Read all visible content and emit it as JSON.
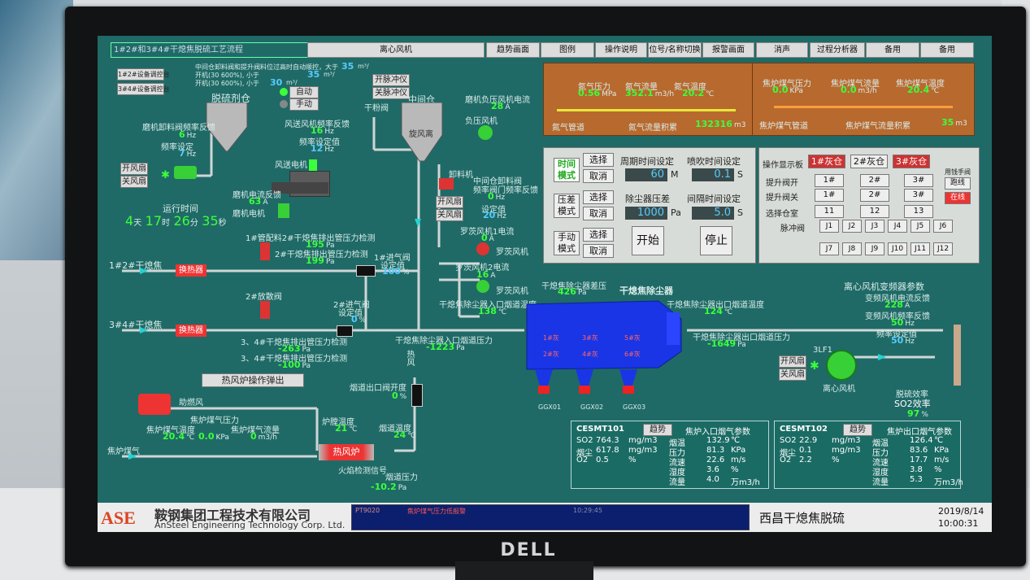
{
  "menu": {
    "title": "1#2#和3#4#干熄焦脱硫工艺流程",
    "page": "离心风机",
    "items": [
      "趋势画面",
      "图例",
      "操作说明",
      "位号/名称切换",
      "报警画面",
      "消声",
      "过程分析器",
      "备用",
      "备用"
    ]
  },
  "left_links": [
    "1#2#设备调控台",
    "3#4#设备调控台"
  ],
  "brand": "DELL",
  "inlet_text": {
    "line1": "中间仓卸料阀和提升阀料位过高时自动顺控，大于",
    "v1": "35",
    "u1": "m³/",
    "line2": "开机(30 600%), 小于",
    "v2": "35",
    "u2": "m³/",
    "line3": "开机(30 600%), 小于",
    "v3": "30",
    "u3": "m³/"
  },
  "desulf_silo": {
    "label": "脱硫剂仓",
    "auto": "自动",
    "manual": "手动",
    "pulse_btn": "开脉冲仪",
    "pulse_off": "关脉冲仪",
    "feed_valve": "干粉阀",
    "mid_silo": "中间仓",
    "cyclone": "旋风离",
    "mill_feed_label": "磨机卸料阀频率反馈",
    "mill_feed_val": "6",
    "mill_feed_unit": "Hz",
    "freq_set_label": "频率设定",
    "freq_set_val": "7",
    "freq_set_unit": "Hz",
    "fan_feed_label": "风送风机频率反馈",
    "fan_feed_val": "16",
    "fan_feed_unit": "Hz",
    "fan_set_label": "频率设定值",
    "fan_set_val": "12",
    "fan_set_unit": "Hz",
    "fan_motor": "风送电机",
    "mill_current_label": "磨机电流反馈",
    "mill_current_val": "63",
    "mill_current_unit": "A",
    "mill_motor": "磨机电机",
    "fan_on": "开风扇",
    "fan_off": "关风扇",
    "neg_fan_current_label": "磨机负压风机电流",
    "neg_fan_current_val": "28",
    "neg_fan_current_unit": "A",
    "neg_fan": "负压风机",
    "discharge_label": "卸料机",
    "mid_feed_label": "中间仓卸料阀",
    "mid_freq_label": "频率阀门频率反馈",
    "mid_freq_val": "0",
    "mid_freq_unit": "Hz",
    "mid_set_label": "设定值",
    "mid_set_val": "20",
    "mid_set_unit": "Hz",
    "root_fan_current": "罗茨风机1电流",
    "root_fan_current_val": "0",
    "root_fan_current_unit": "A",
    "root_fan1": "罗茨风机",
    "root_fan2_current": "罗茨风机2电流",
    "root_fan2_current_val": "16",
    "root_fan2_current_unit": "A",
    "root_fan2": "罗茨风机"
  },
  "runtime": {
    "label": "运行时间",
    "days": "4",
    "d_unit": "天",
    "hours": "17",
    "h_unit": "时",
    "mins": "26",
    "m_unit": "分",
    "secs": "35",
    "s_unit": "秒"
  },
  "pressure_a": {
    "label1": "1#管配料2#干熄焦排出管压力检测",
    "val1": "195",
    "unit1": "Pa",
    "label2": "2#干熄焦排出管压力检测",
    "val2": "199",
    "unit2": "Pa",
    "inlet_valve": "1#进气阀",
    "inlet_set": "设定值",
    "inlet_val": "100",
    "inlet_unit": "%",
    "line_label": "1#2#干熄焦",
    "heater1": "换热器"
  },
  "pressure_b": {
    "label1": "3、4#干熄焦排出管压力检测",
    "val1": "-263",
    "unit1": "Pa",
    "label2": "3、4#干熄焦排出管压力检测",
    "val2": "-100",
    "unit2": "Pa",
    "inlet_valve": "2#进气阀",
    "inlet_set": "设定值",
    "inlet_val": "0",
    "inlet_unit": "%",
    "line_label": "3#4#干熄焦",
    "heater2": "换热器"
  },
  "hot_air_popup": "热风炉操作弹出",
  "dust_collector": {
    "title": "干熄焦除尘器",
    "diff_label": "干熄焦除尘器差压",
    "diff_val": "426",
    "diff_unit": "Pa",
    "in_temp_label": "干熄焦除尘器入口烟道温度",
    "in_temp_val": "138",
    "in_temp_unit": "℃",
    "in_press_label": "干熄焦除尘器入口烟道压力",
    "in_press_val": "-1223",
    "in_press_unit": "Pa",
    "out_temp_label": "干熄焦除尘器出口烟道温度",
    "out_temp_val": "124",
    "out_temp_unit": "℃",
    "out_press_label": "干熄焦除尘器出口烟道压力",
    "out_press_val": "-1649",
    "out_press_unit": "Pa",
    "hoppers": [
      "1#灰",
      "2#灰",
      "3#灰",
      "4#灰",
      "5#灰",
      "6#灰"
    ],
    "gates": [
      "GGX01",
      "GGX02",
      "GGX03"
    ]
  },
  "fan_vfd": {
    "title": "离心风机变频器参数",
    "current_label": "变频风机电流反馈",
    "current_val": "228",
    "current_unit": "A",
    "freq_label": "变频风机频率反馈",
    "freq_val": "50",
    "freq_unit": "Hz",
    "set_label": "频率设定值",
    "set_val": "50",
    "set_unit": "Hz",
    "fan_label": "离心风机",
    "fan_tag": "3LF1",
    "fan_on": "开风扇",
    "fan_off": "关风扇",
    "so2_title": "脱硫效率",
    "so2_label": "SO2效率",
    "so2_val": "97",
    "so2_unit": "%"
  },
  "hot_furnace": {
    "fan_label": "助燃风",
    "gas_press_label": "焦炉煤气压力",
    "gas_temp_label": "焦炉煤气温度",
    "gas_flow_label": "焦炉煤气流量",
    "gas_temp_val": "20.4",
    "gas_temp_unit": "℃",
    "gas_press_val": "0.0",
    "gas_press_unit": "KPa",
    "gas_flow_val": "0",
    "gas_flow_unit": "m3/h",
    "coke_gas_label": "焦炉煤气",
    "furnace_temp_label": "炉膛温度",
    "furnace_temp_val": "21",
    "furnace_temp_unit": "℃",
    "flue_temp_label": "烟道温度",
    "flue_temp_val": "24",
    "flue_temp_unit": "℃",
    "furnace_label": "热风炉",
    "flame_label": "火焰检测信号",
    "flue_press_label": "烟道压力",
    "flue_press_val": "-10.2",
    "flue_press_unit": "Pa",
    "out_valve_label": "烟道出口阀开度",
    "out_valve_val": "0",
    "out_valve_unit": "%",
    "hot_air_label": "热风"
  },
  "n2_panel": {
    "press_label": "氮气压力",
    "press_val": "0.56",
    "press_unit": "MPa",
    "flow_label": "氮气流量",
    "flow_val": "352.1",
    "flow_unit": "m3/h",
    "temp_label": "氮气温度",
    "temp_val": "20.2",
    "temp_unit": "℃",
    "pipe_label": "氮气管道",
    "acc_label": "氮气流量积累",
    "acc_val": "132316",
    "acc_unit": "m3"
  },
  "coke_gas_panel": {
    "press_label": "焦炉煤气压力",
    "press_val": "0.0",
    "press_unit": "KPa",
    "flow_label": "焦炉煤气流量",
    "flow_val": "0.0",
    "flow_unit": "m3/h",
    "temp_label": "焦炉煤气温度",
    "temp_val": "20.4",
    "temp_unit": "℃",
    "pipe_label": "焦炉煤气管道",
    "acc_label": "焦炉煤气流量积累",
    "acc_val": "35",
    "acc_unit": "m3"
  },
  "ctrl": {
    "time_mode": "时间模式",
    "diff_mode": "压差模式",
    "manual_mode": "手动模式",
    "select": "选择",
    "cancel": "取消",
    "period_label": "周期时间设定",
    "period_val": "60",
    "period_unit": "M",
    "blow_label": "喷吹时间设定",
    "blow_val": "0.1",
    "blow_unit": "S",
    "dp_label": "除尘器压差",
    "dp_val": "1000",
    "dp_unit": "Pa",
    "interval_label": "间隔时间设定",
    "interval_val": "5.0",
    "interval_unit": "S",
    "start": "开始",
    "stop": "停止"
  },
  "valves": {
    "board_label": "操作显示板",
    "silos": [
      "1#灰仓",
      "2#灰仓",
      "3#灰仓"
    ],
    "mode_label": "用钱手阀",
    "local": "跑线",
    "online": "在线",
    "open_label": "提升阀开",
    "close_label": "提升阀关",
    "open_btns": [
      "1#",
      "2#",
      "3#"
    ],
    "close_btns": [
      "1#",
      "2#",
      "3#"
    ],
    "select_label": "选择仓室",
    "silo_btns": [
      "11",
      "12",
      "13"
    ],
    "pulse_label": "脉冲阀",
    "pulse_row1": [
      "J1",
      "J2",
      "J3",
      "J4",
      "J5",
      "J6"
    ],
    "pulse_row2": [
      "J7",
      "J8",
      "J9",
      "J10",
      "J11",
      "J12"
    ]
  },
  "cems1": {
    "tag": "CESMT101",
    "trend": "趋势",
    "title": "焦炉入口烟气参数",
    "rows": [
      [
        "SO2",
        "764.3",
        "mg/m3",
        "烟温",
        "132.9",
        "℃"
      ],
      [
        "烟尘",
        "617.8",
        "mg/m3",
        "压力",
        "81.3",
        "KPa"
      ],
      [
        "O2",
        "0.5",
        "%",
        "流速",
        "22.6",
        "m/s"
      ],
      [
        "",
        "",
        "",
        "湿度",
        "3.6",
        "%"
      ],
      [
        "",
        "",
        "",
        "流量",
        "4.0",
        "万m3/h"
      ]
    ]
  },
  "cems2": {
    "tag": "CESMT102",
    "trend": "趋势",
    "title": "焦炉出口烟气参数",
    "rows": [
      [
        "SO2",
        "22.9",
        "mg/m3",
        "烟温",
        "126.4",
        "℃"
      ],
      [
        "烟尘",
        "0.1",
        "mg/m3",
        "压力",
        "83.6",
        "KPa"
      ],
      [
        "O2",
        "2.2",
        "%",
        "流速",
        "17.7",
        "m/s"
      ],
      [
        "",
        "",
        "",
        "湿度",
        "3.8",
        "%"
      ],
      [
        "",
        "",
        "",
        "流量",
        "5.3",
        "万m3/h"
      ]
    ]
  },
  "statusbar": {
    "logo": "ASE",
    "company_cn": "鞍钢集团工程技术有限公司",
    "company_en": "AnSteel Engineering Technology Corp. Ltd.",
    "alarm": "焦炉煤气压力低报警",
    "alarm_tag": "PT9020",
    "alarm_time": "10:29:45",
    "plant": "西昌干熄焦脱硫",
    "date": "2019/8/14",
    "time": "10:00:31"
  }
}
